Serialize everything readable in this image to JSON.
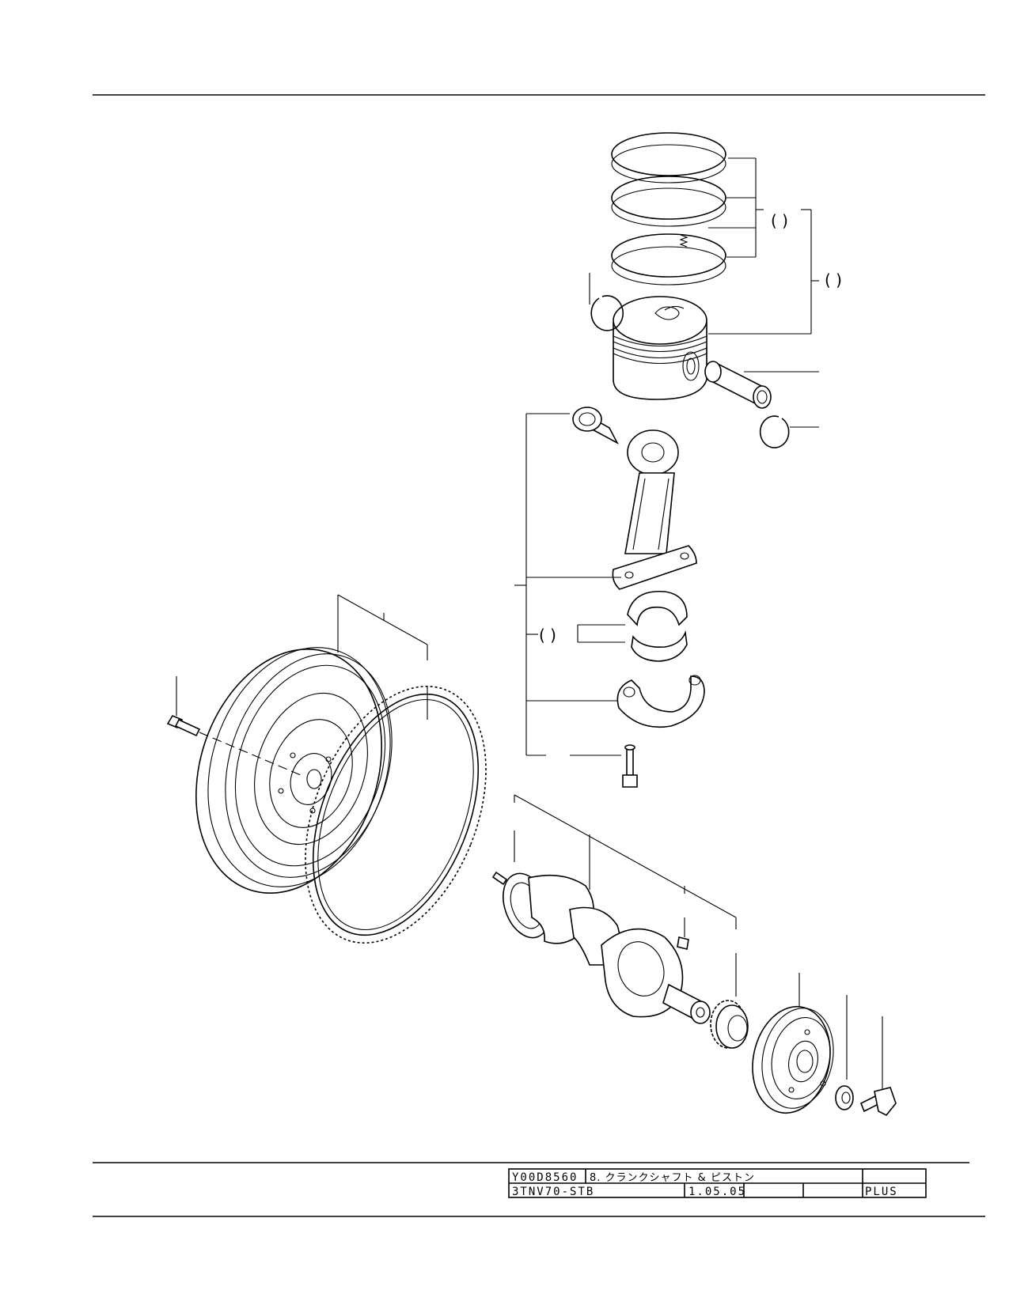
{
  "group_marks": {
    "rings_group": "( )",
    "piston_group": "( )",
    "bearing_group": "( )"
  },
  "title_block": {
    "drawing_no": "Y00D8560",
    "title": "8. クランクシャフト & ピストン",
    "model": "3TNV70-STB",
    "date": "1.05.05",
    "edition": "PLUS"
  }
}
